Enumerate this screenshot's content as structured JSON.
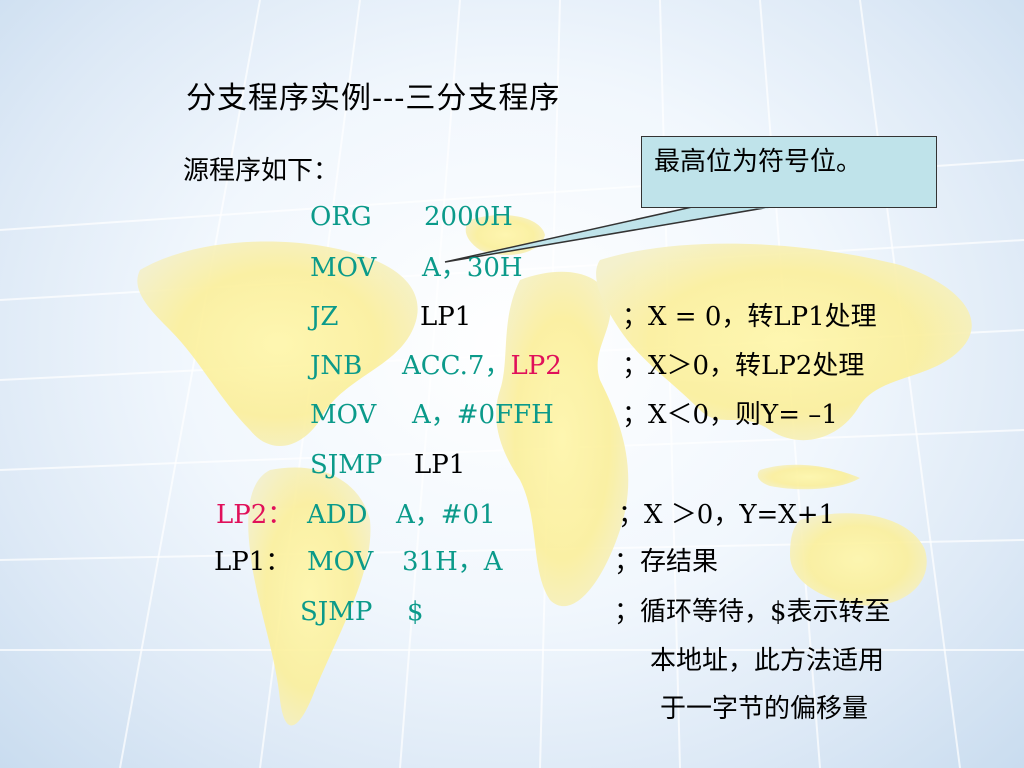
{
  "title": "分支程序实例---三分支程序",
  "intro": "源程序如下：",
  "callout": "最高位为符号位。",
  "code": {
    "l1": {
      "op": "ORG",
      "arg": "2000H"
    },
    "l2": {
      "op": "MOV",
      "arg": "A，30H"
    },
    "l3": {
      "op": "JZ",
      "arg": "LP1",
      "comment": "；X = 0，转LP1处理"
    },
    "l4": {
      "op": "JNB",
      "arg": "ACC.7，",
      "arg_red": "LP2",
      "comment": "；X＞0，转LP2处理"
    },
    "l5": {
      "op": "MOV",
      "arg": "A，#0FFH",
      "comment": "；X＜0，则Y= –1"
    },
    "l6": {
      "op": "SJMP",
      "arg": "LP1"
    },
    "l7": {
      "label": "LP2：",
      "op": "ADD",
      "arg": "A，#01",
      "comment": "；X ＞0，Y=X+1"
    },
    "l8": {
      "label": "LP1：",
      "op": "MOV",
      "arg": "31H，A",
      "comment": "；存结果"
    },
    "l9": {
      "op": "SJMP",
      "arg": "$",
      "comment": "；循环等待，$表示转至"
    },
    "c10": "本地址，此方法适用",
    "c11": "于一字节的偏移量"
  },
  "colors": {
    "code": "#0b9a8a",
    "label_red": "#e0105a",
    "callout_fill": "#bfe3ea"
  }
}
